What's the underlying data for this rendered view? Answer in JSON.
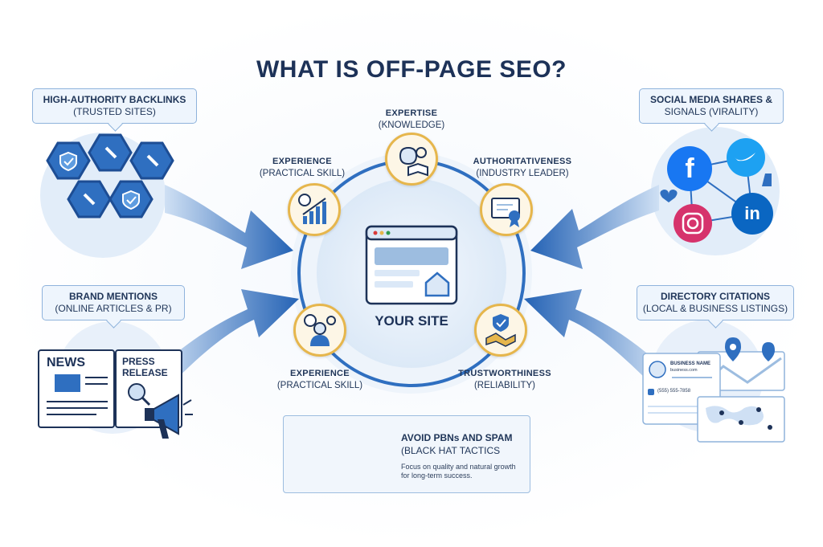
{
  "title": "WHAT IS OFF-PAGE SEO?",
  "center": {
    "label": "YOUR SITE"
  },
  "callouts": {
    "backlinks": {
      "line1": "HIGH-AUTHORITY BACKLINKS",
      "line2": "(TRUSTED SITES)"
    },
    "social": {
      "line1": "SOCIAL MEDIA SHARES &",
      "line2": "SIGNALS (VIRALITY)"
    },
    "brand": {
      "line1": "BRAND MENTIONS",
      "line2": "(ONLINE ARTICLES & PR)"
    },
    "directory": {
      "line1": "DIRECTORY CITATIONS",
      "line2": "(LOCAL & BUSINESS LISTINGS)"
    }
  },
  "pillars": {
    "expertise": {
      "name": "EXPERTISE",
      "note": "(KNOWLEDGE)"
    },
    "experience_top": {
      "name": "EXPERIENCE",
      "note": "(PRACTICAL SKILL)"
    },
    "authoritativeness": {
      "name": "AUTHORITATIVENESS",
      "note": "(INDUSTRY LEADER)"
    },
    "experience_bottom": {
      "name": "EXPERIENCE",
      "note": "(PRACTICAL SKILL)"
    },
    "trustworthiness": {
      "name": "TRUSTWORTHINESS",
      "note": "(RELIABILITY)"
    }
  },
  "news": {
    "news_label": "NEWS",
    "press_line1": "PRESS",
    "press_line2": "RELEASE"
  },
  "directory_card": {
    "business_name": "BUSINESS NAME",
    "website": "business.com",
    "phone": "(555) 555-7858"
  },
  "social_icons": {
    "facebook": "f",
    "linkedin": "in"
  },
  "avoid": {
    "title": "AVOID PBNs AND SPAM",
    "subtitle": "(BLACK HAT TACTICS",
    "note": "Focus on quality and natural growth for long-term success."
  },
  "colors": {
    "navy": "#1d3258",
    "blue": "#2f6fc0",
    "light_blue": "#dbe8f7",
    "gold": "#e6b64c",
    "facebook": "#1877f2",
    "twitter": "#1da1f2",
    "instagram": "#d6336c",
    "linkedin": "#0a66c2",
    "warning_red": "#d93a3a"
  }
}
